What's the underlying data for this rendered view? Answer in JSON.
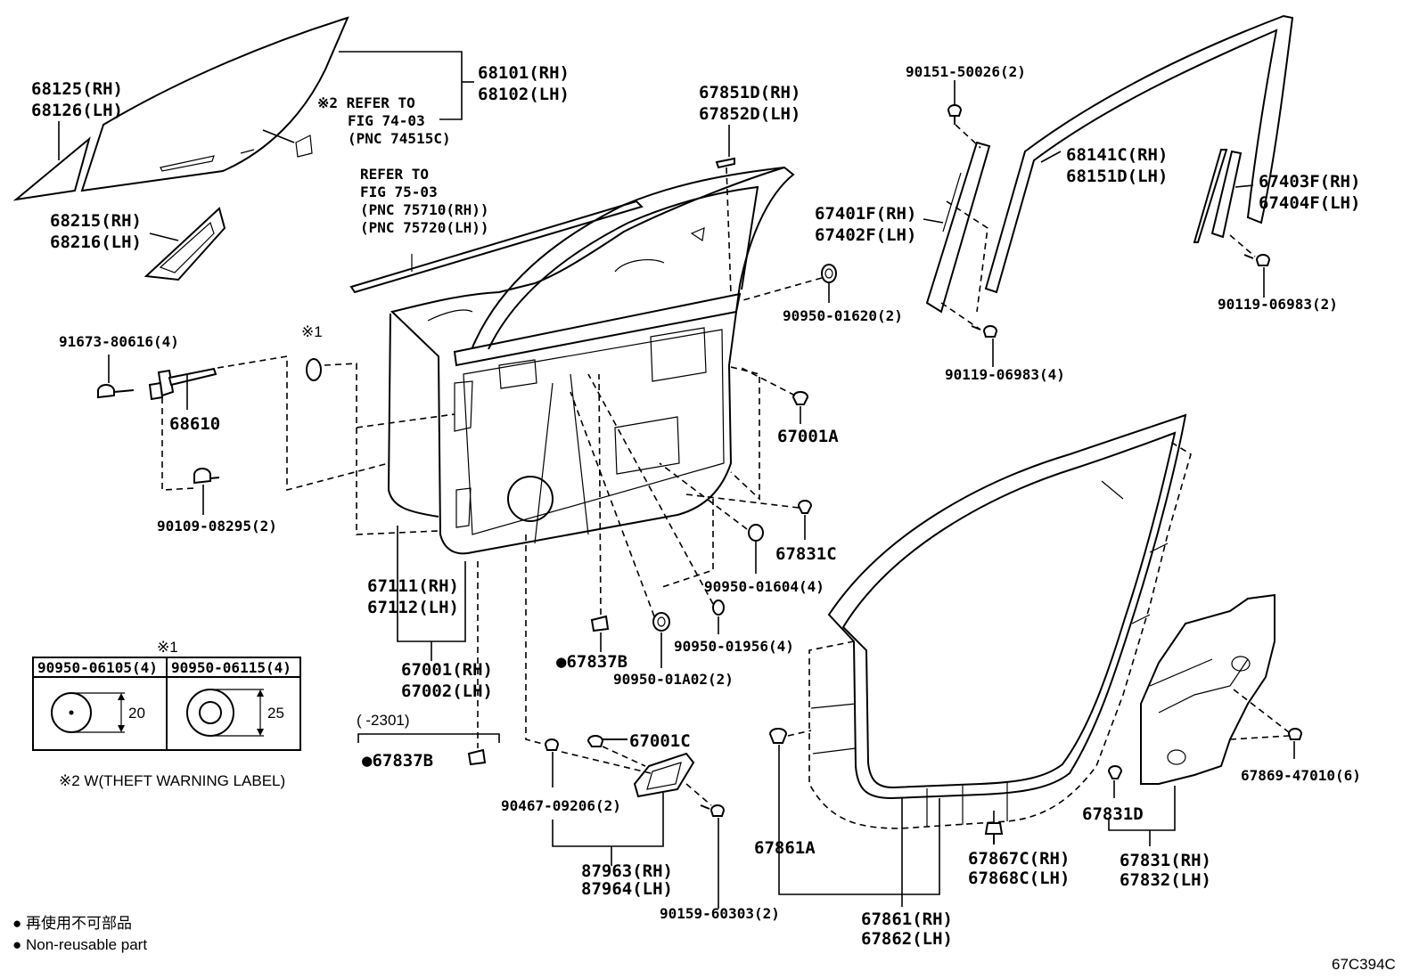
{
  "diagram_id": "67C394C",
  "labels": {
    "l68125": [
      "68125(RH)",
      "68126(LH)"
    ],
    "l68215": [
      "68215(RH)",
      "68216(LH)"
    ],
    "l68101": [
      "68101(RH)",
      "68102(LH)"
    ],
    "refer2": [
      "※2 REFER TO",
      "FIG 74-03",
      "(PNC 74515C)"
    ],
    "refer75": [
      "REFER TO",
      "FIG 75-03",
      "(PNC 75710(RH))",
      "(PNC 75720(LH))"
    ],
    "l67851": [
      "67851D(RH)",
      "67852D(LH)"
    ],
    "l90151": "90151-50026(2)",
    "l68141": [
      "68141C(RH)",
      "68151D(LH)"
    ],
    "l67401": [
      "67401F(RH)",
      "67402F(LH)"
    ],
    "l67403": [
      "67403F(RH)",
      "67404F(LH)"
    ],
    "l90950_01620": "90950-01620(2)",
    "l90119_2": "90119-06983(2)",
    "l90119_4": "90119-06983(4)",
    "l91673": "91673-80616(4)",
    "mark1": "※1",
    "l68610": "68610",
    "l67001A": "67001A",
    "l90109": "90109-08295(2)",
    "l67831C": "67831C",
    "l67111": [
      "67111(RH)",
      "67112(LH)"
    ],
    "l90950_01604": "90950-01604(4)",
    "l90950_01956": "90950-01956(4)",
    "l67001": [
      "67001(RH)",
      "67002(LH)"
    ],
    "l67837B_a": "●67837B",
    "l90950_01A02": "90950-01A02(2)",
    "l67837B_b": "●67837B",
    "range": "(    -2301)",
    "l67001C": "67001C",
    "l90467": "90467-09206(2)",
    "l87963": [
      "87963(RH)",
      "87964(LH)"
    ],
    "l90159": "90159-60303(2)",
    "l67861A": "67861A",
    "l67867": [
      "67867C(RH)",
      "67868C(LH)"
    ],
    "l67861": [
      "67861(RH)",
      "67862(LH)"
    ],
    "l67831D": "67831D",
    "l67831": [
      "67831(RH)",
      "67832(LH)"
    ],
    "l67869": "67869-47010(6)"
  },
  "table": {
    "mark": "※1",
    "col1": "90950-06105(4)",
    "col2": "90950-06115(4)",
    "dim1": "20",
    "dim2": "25"
  },
  "notes": {
    "theft": "※2 W(THEFT WARNING LABEL)",
    "legend_jp": "● 再使用不可部品",
    "legend_en": "● Non-reusable part"
  }
}
